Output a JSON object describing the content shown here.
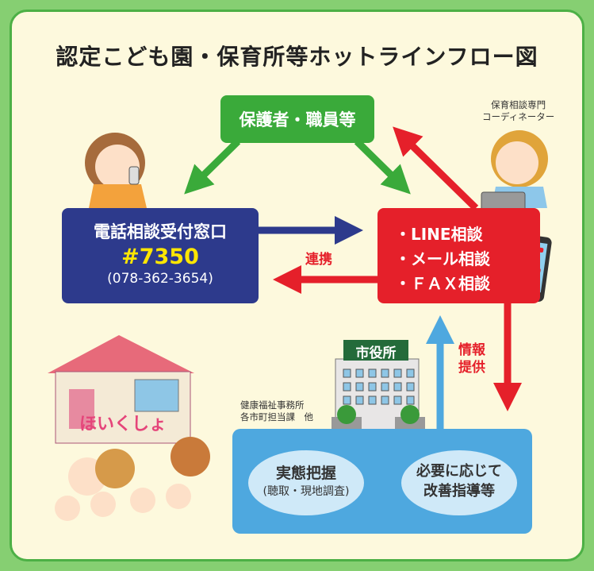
{
  "title": "認定こども園・保育所等ホットラインフロー図",
  "guardians": "保護者・職員等",
  "phone_window": {
    "label": "電話相談受付窓口",
    "number": "#7350",
    "alt_number": "(078-362-3654)"
  },
  "consult": {
    "items": [
      "・LINE相談",
      "・メール相談",
      "・ＦＡＸ相談"
    ]
  },
  "coordinator": [
    "保育相談専門",
    "コーディネーター"
  ],
  "link_label": "連携",
  "info_label": [
    "情報",
    "提供"
  ],
  "city_hall": {
    "sign": "市役所",
    "departments": [
      "健康福祉事務所",
      "各市町担当課　他"
    ]
  },
  "steps": {
    "first": {
      "main": "実態把握",
      "sub": "(聴取・現地調査)"
    },
    "second": [
      "必要に応じて",
      "改善指導等"
    ]
  },
  "nursery_sign": "ほいくしょ",
  "colors": {
    "green": "#3aaa3a",
    "navy": "#2d3a8c",
    "red": "#e5202a",
    "blue": "#4ea8df",
    "bg": "#fdf9dd"
  }
}
